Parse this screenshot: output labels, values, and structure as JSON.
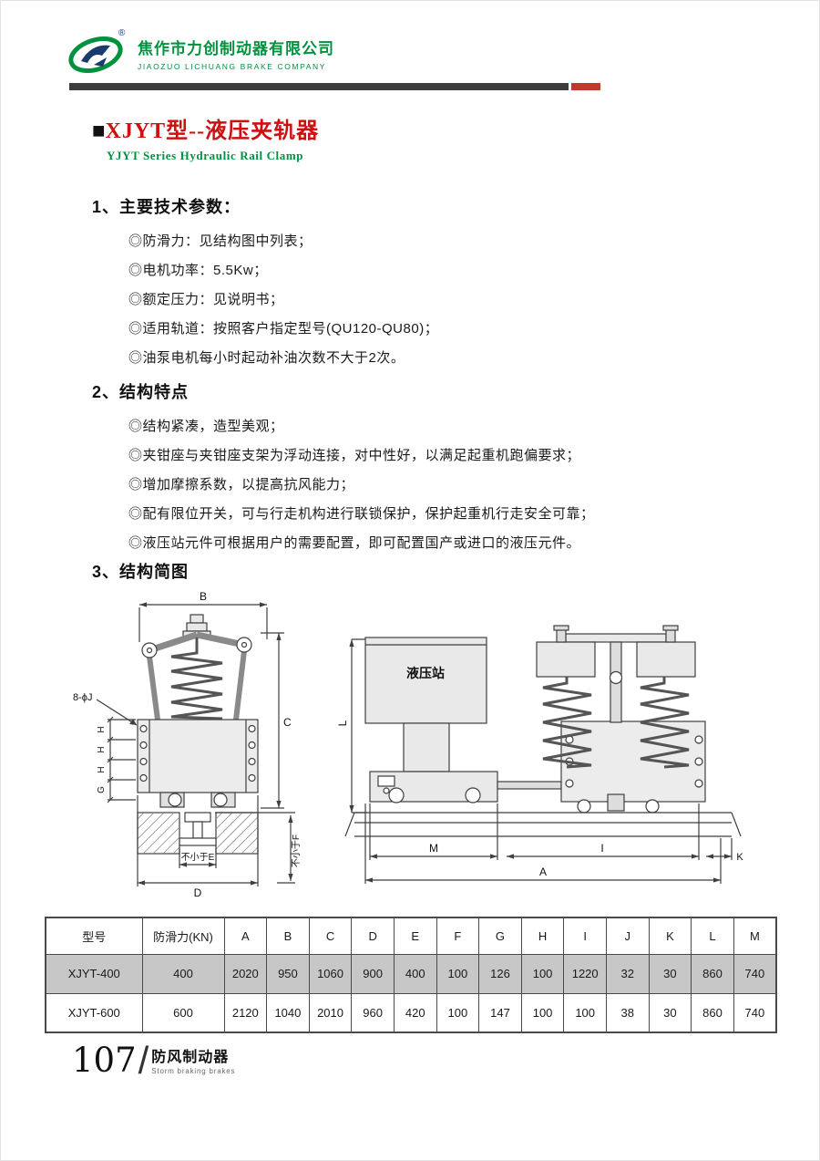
{
  "colors": {
    "accent_green": "#00913e",
    "title_red": "#cc1111",
    "bar_dark": "#3c3c3c",
    "bar_red": "#c0392b",
    "table_row_gray": "#c7c7c7"
  },
  "header": {
    "company_cn": "焦作市力创制动器有限公司",
    "company_en": "JIAOZUO LICHUANG BRAKE COMPANY",
    "logo_reg": "®"
  },
  "title": {
    "marker": "■",
    "cn": "XJYT型--液压夹轨器",
    "en": "YJYT Series Hydraulic Rail Clamp"
  },
  "sections": {
    "params": {
      "heading": "1、主要技术参数：",
      "bullets": [
        "◎防滑力：见结构图中列表；",
        "◎电机功率：5.5Kw；",
        "◎额定压力：见说明书；",
        "◎适用轨道：按照客户指定型号(QU120-QU80)；",
        "◎油泵电机每小时起动补油次数不大于2次。"
      ]
    },
    "features": {
      "heading": "2、结构特点",
      "bullets": [
        "◎结构紧凑，造型美观；",
        "◎夹钳座与夹钳座支架为浮动连接，对中性好，以满足起重机跑偏要求；",
        "◎增加摩擦系数，以提高抗风能力；",
        "◎配有限位开关，可与行走机构进行联锁保护，保护起重机行走安全可靠；",
        "◎液压站元件可根据用户的需要配置，即可配置国产或进口的液压元件。"
      ]
    },
    "diagram": {
      "heading": "3、结构简图"
    }
  },
  "diagram": {
    "left": {
      "dim_b": "B",
      "dim_c": "C",
      "dim_d": "D",
      "dim_e": "不小于E",
      "dim_f": "不小于F",
      "dim_g": "G",
      "dim_h1": "H",
      "dim_h2": "H",
      "dim_h3": "H",
      "hole_label": "8-ϕJ"
    },
    "right": {
      "station_label": "液压站",
      "dim_l": "L",
      "dim_m": "M",
      "dim_i": "I",
      "dim_a": "A",
      "dim_k": "K"
    }
  },
  "table": {
    "headers": [
      "型号",
      "防滑力(KN)",
      "A",
      "B",
      "C",
      "D",
      "E",
      "F",
      "G",
      "H",
      "I",
      "J",
      "K",
      "L",
      "M"
    ],
    "rows": [
      [
        "XJYT-400",
        "400",
        "2020",
        "950",
        "1060",
        "900",
        "400",
        "100",
        "126",
        "100",
        "1220",
        "32",
        "30",
        "860",
        "740"
      ],
      [
        "XJYT-600",
        "600",
        "2120",
        "1040",
        "2010",
        "960",
        "420",
        "100",
        "147",
        "100",
        "100",
        "38",
        "30",
        "860",
        "740"
      ]
    ]
  },
  "footer": {
    "page_number": "107",
    "slash": "/",
    "category_cn": "防风制动器",
    "category_en": "Storm braking brakes"
  }
}
